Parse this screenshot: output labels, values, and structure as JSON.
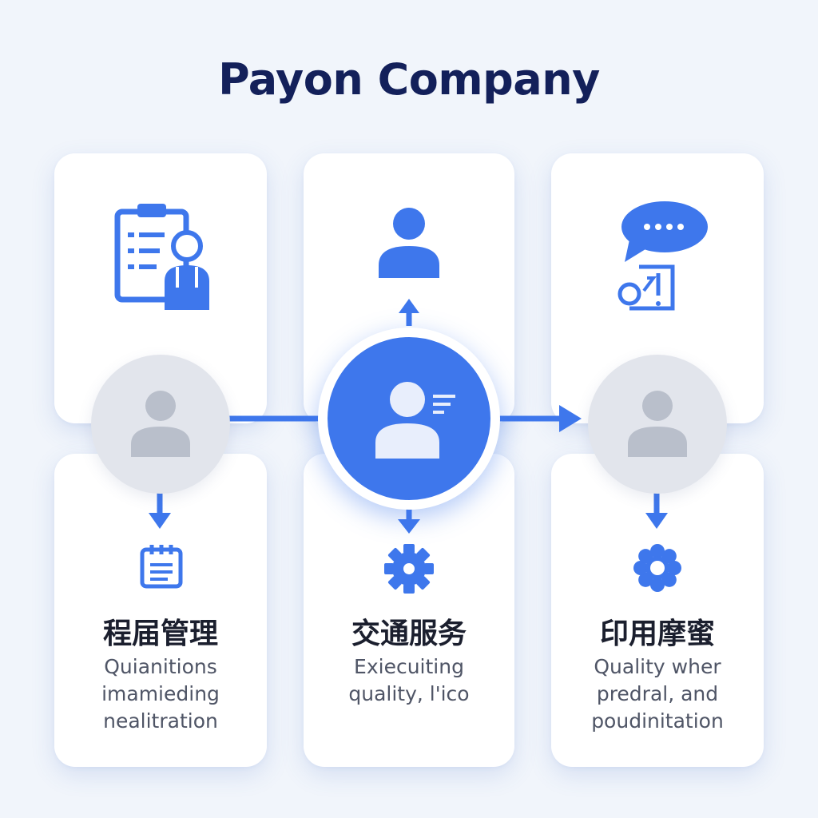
{
  "title": "Payon Company",
  "cards": [
    {
      "label": "程届管理",
      "description": "Quianitions\nimamieding\nnealitration"
    },
    {
      "label": "交通服务",
      "description": "Exiecuiting\nquality, l'ico"
    },
    {
      "label": "印用摩蜜",
      "description": "Quality wher\npredral, and\npoudinitation"
    }
  ],
  "icons": {
    "top_left": "clipboard-person-icon",
    "top_center": "person-icon",
    "top_right": "chat-bubble-icon",
    "bottom_left": "notepad-icon",
    "bottom_center": "gear-icon",
    "bottom_right": "flower-gear-icon"
  },
  "colors": {
    "accent": "#3e77ec",
    "title": "#13205a",
    "node_gray": "#e2e5ec",
    "background": "#f1f5fb"
  }
}
